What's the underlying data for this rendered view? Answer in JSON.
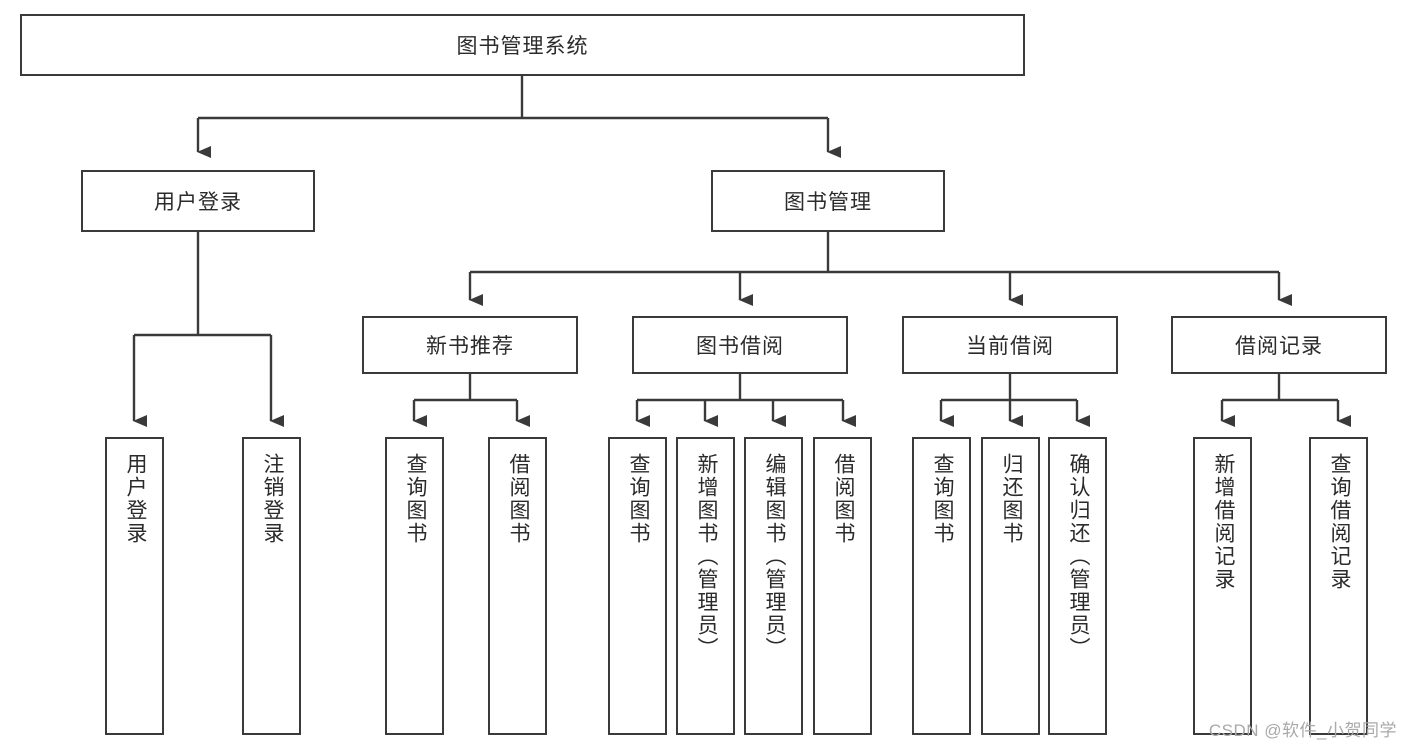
{
  "diagram": {
    "type": "tree-hierarchy-chart",
    "title": "图书管理系统",
    "watermark": "CSDN @软件_小贺同学",
    "colors": {
      "box_border": "#3a3a3a",
      "box_fill": "#ffffff",
      "connector": "#3a3a3a",
      "text": "#2b2b2b",
      "watermark": "#a9a9a9",
      "background": "#ffffff"
    },
    "root": {
      "label": "图书管理系统"
    },
    "level2": [
      {
        "label": "用户登录"
      },
      {
        "label": "图书管理"
      }
    ],
    "level3": [
      {
        "label": "新书推荐"
      },
      {
        "label": "图书借阅"
      },
      {
        "label": "当前借阅"
      },
      {
        "label": "借阅记录"
      }
    ],
    "leaves": {
      "user_login": [
        {
          "label": "用户登录"
        },
        {
          "label": "注销登录"
        }
      ],
      "new_book_recommend": [
        {
          "label": "查询图书"
        },
        {
          "label": "借阅图书"
        }
      ],
      "book_borrow": [
        {
          "label": "查询图书"
        },
        {
          "label": "新增图书（管理员）"
        },
        {
          "label": "编辑图书（管理员）"
        },
        {
          "label": "借阅图书"
        }
      ],
      "current_borrow": [
        {
          "label": "查询图书"
        },
        {
          "label": "归还图书"
        },
        {
          "label": "确认归还（管理员）"
        }
      ],
      "borrow_record": [
        {
          "label": "新增借阅记录"
        },
        {
          "label": "查询借阅记录"
        }
      ]
    }
  }
}
